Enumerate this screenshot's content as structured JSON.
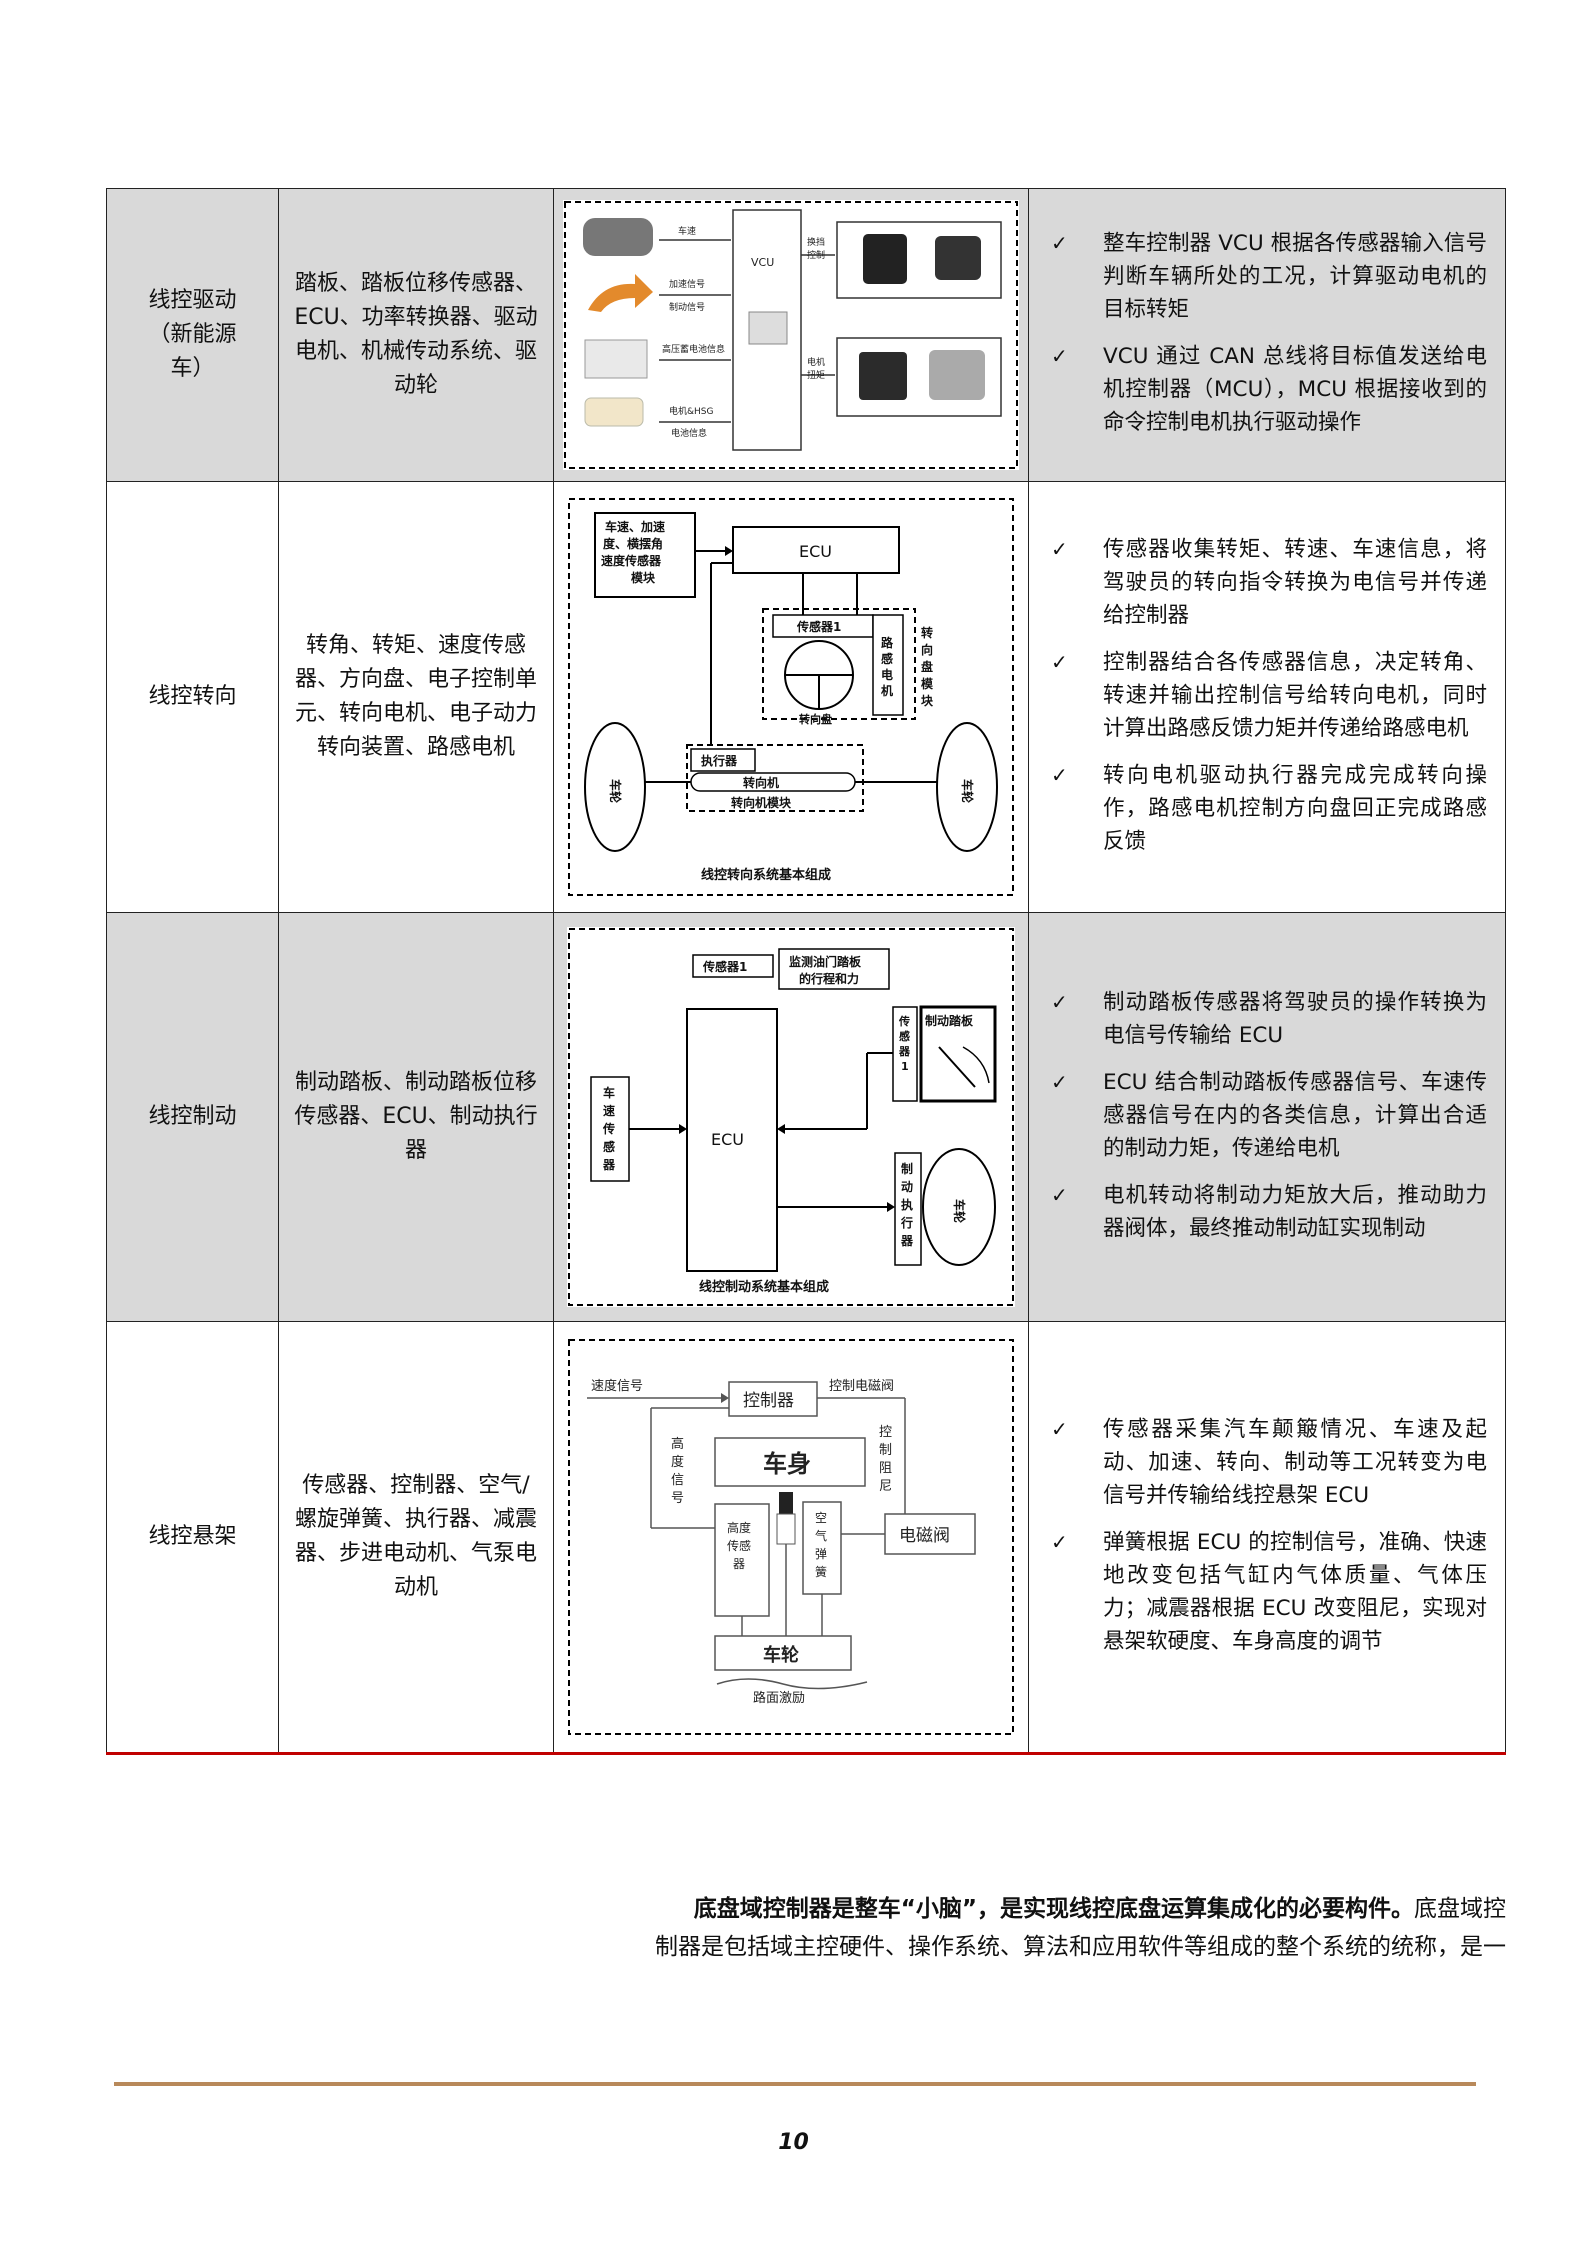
{
  "rows": [
    {
      "name": "线控驱动（新能源车）",
      "name_lines": [
        "线控驱动",
        "（新能源",
        "车）"
      ],
      "components": "踏板、踏板位移传感器、ECU、功率转换器、驱动电机、机械传动系统、驱动轮",
      "notes": [
        "整车控制器 VCU 根据各传感器输入信号判断车辆所处的工况，计算驱动电机的目标转矩",
        "VCU 通过 CAN 总线将目标值发送给电机控制器（MCU），MCU 根据接收到的命令控制电机执行驱动操作"
      ],
      "diagram": {
        "vcu": "VCU",
        "in_labels": [
          "车速",
          "加速信号",
          "制动信号",
          "高压蓄电池信息",
          "电机&HSG",
          "电池信息"
        ],
        "out_labels": [
          "换挡",
          "控制",
          "电机",
          "扭矩"
        ]
      }
    },
    {
      "name": "线控转向",
      "components": "转角、转矩、速度传感器、方向盘、电子控制单元、转向电机、电子动力转向装置、路感电机",
      "notes": [
        "传感器收集转矩、转速、车速信息，将驾驶员的转向指令转换为电信号并传递给控制器",
        "控制器结合各传感器信息，决定转角、转速并输出控制信号给转向电机，同时计算出路感反馈力矩并传递给路感电机",
        "转向电机驱动执行器完成完成转向操作，路感电机控制方向盘回正完成路感反馈"
      ],
      "diagram": {
        "sensor_box": [
          "车速、加速",
          "度、横摆角",
          "速度传感器",
          "模块"
        ],
        "ecu": "ECU",
        "sensor1": "传感器1",
        "road_motor": [
          "路",
          "感",
          "电",
          "机"
        ],
        "wheel_module": [
          "转",
          "向",
          "盘",
          "模",
          "块"
        ],
        "steering_wheel": "转向盘",
        "actuator": "执行器",
        "steering_gear": "转向机",
        "gear_module": "转向机模块",
        "wheel": "车轮",
        "caption": "线控转向系统基本组成"
      }
    },
    {
      "name": "线控制动",
      "components": "制动踏板、制动踏板位移传感器、ECU、制动执行器",
      "notes": [
        "制动踏板传感器将驾驶员的操作转换为电信号传输给 ECU",
        "ECU 结合制动踏板传感器信号、车速传感器信号在内的各类信息，计算出合适的制动力矩，传递给电机",
        "电机转动将制动力矩放大后，推动助力器阀体，最终推动制动缸实现制动"
      ],
      "diagram": {
        "sensor1": "传感器1",
        "monitor": [
          "监测油门踏板",
          "的行程和力"
        ],
        "speed_sensor": [
          "车",
          "速",
          "传",
          "感",
          "器"
        ],
        "ecu": "ECU",
        "sensor1_v": [
          "传",
          "感",
          "器",
          "1"
        ],
        "pedal": "制动踏板",
        "actuator": [
          "制",
          "动",
          "执",
          "行",
          "器"
        ],
        "wheel": "车轮",
        "caption": "线控制动系统基本组成"
      }
    },
    {
      "name": "线控悬架",
      "components": "传感器、控制器、空气/螺旋弹簧、执行器、减震器、步进电动机、气泵电动机",
      "notes": [
        "传感器采集汽车颠簸情况、车速及起动、加速、转向、制动等工况转变为电信号并传输给线控悬架 ECU",
        "弹簧根据 ECU 的控制信号，准确、快速地改变包括气缸内气体质量、气体压力；减震器根据 ECU 改变阻尼，实现对悬架软硬度、车身高度的调节"
      ],
      "diagram": {
        "speed_signal": "速度信号",
        "controller": "控制器",
        "valve_ctrl": "控制电磁阀",
        "height_signal": [
          "高",
          "度",
          "信",
          "号"
        ],
        "body": "车身",
        "damping": [
          "控",
          "制",
          "阻",
          "尼"
        ],
        "height_sensor": [
          "高度",
          "传感",
          "器"
        ],
        "air_spring": [
          "空",
          "气",
          "弹",
          "簧"
        ],
        "solenoid": "电磁阀",
        "wheel": "车轮",
        "road": "路面激励"
      }
    }
  ],
  "paragraph": {
    "bold": "底盘域控制器是整车“小脑”，是实现线控底盘运算集成化的必要构件。",
    "line1_tail": "底盘域控",
    "line2": "制器是包括域主控硬件、操作系统、算法和应用软件等组成的整个系统的统称，是一"
  },
  "check_glyph": "✓",
  "page_number": "10",
  "colors": {
    "gray_cell": "#d9d9d9",
    "red_rule": "#c00000",
    "footer_rule": "#b8895a"
  }
}
